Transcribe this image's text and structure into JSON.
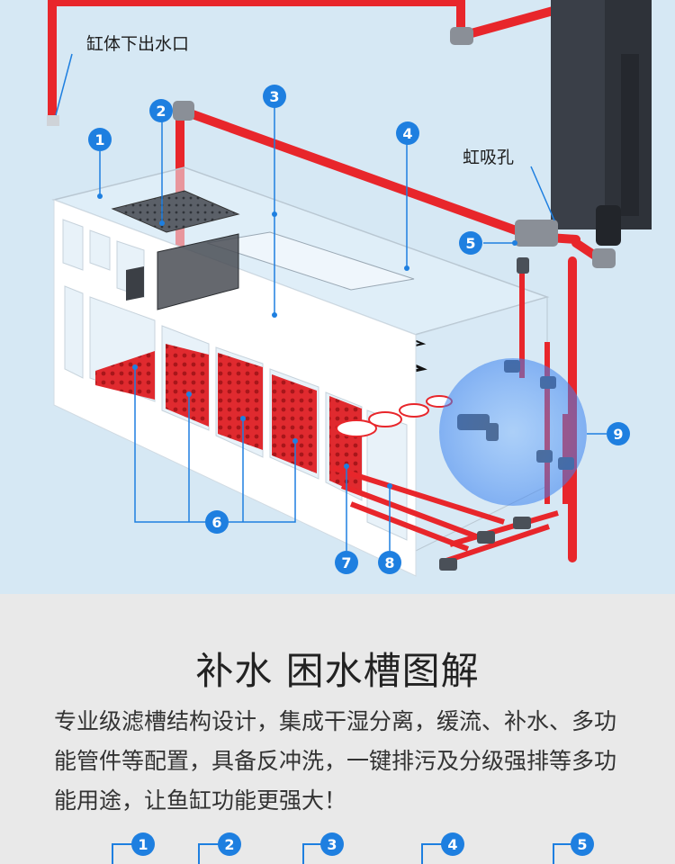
{
  "diagram": {
    "labels": {
      "outlet": "缸体下出水口",
      "siphon": "虹吸孔"
    },
    "markers": [
      "1",
      "2",
      "3",
      "4",
      "5",
      "6",
      "7",
      "8",
      "9"
    ],
    "colors": {
      "pipe": "#e8262b",
      "marker": "#1e7fe0",
      "background": "#d6e8f4",
      "frame": "#ffffff",
      "pump": "#3a3f48"
    }
  },
  "panel": {
    "title": "补水 困水槽图解",
    "description": "专业级滤槽结构设计，集成干湿分离，缓流、补水、多功能管件等配置，具备反冲洗，一键排污及分级强排等多功能用途，让鱼缸功能更强大！",
    "bottom_markers": [
      "1",
      "2",
      "3",
      "4",
      "5"
    ]
  }
}
